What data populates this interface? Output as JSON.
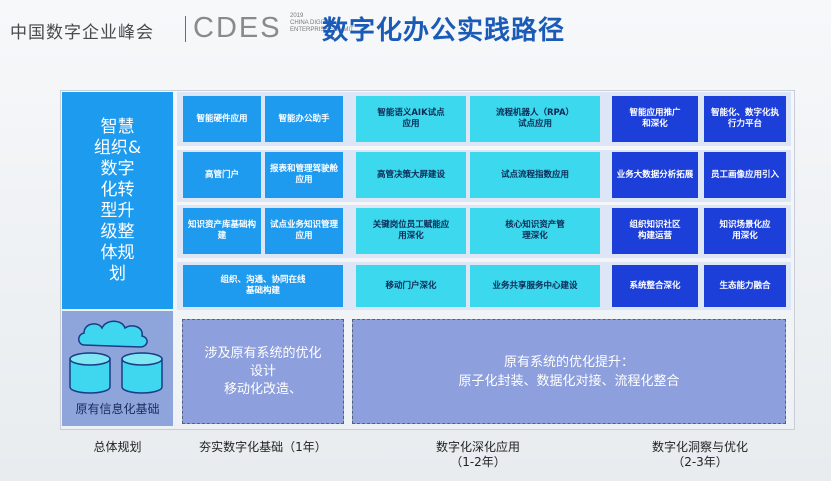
{
  "header": {
    "brand_cn": "中国数字企业峰会",
    "brand_logo": "CDES",
    "brand_year": "2019",
    "brand_sub1": "CHINA DIGITAL",
    "brand_sub2": "ENTERPRISE SUMMIT",
    "title": "数字化办公实践路径"
  },
  "side": {
    "title": "智慧组织&数字化转型升级整体规划",
    "bottom_label": "原有信息化基础",
    "icon": "cloud-database-icon"
  },
  "stage1": {
    "r1": [
      "智能硬件应用",
      "智能办公助手"
    ],
    "r2": [
      "高管门户",
      "报表和管理驾驶舱应用"
    ],
    "r3": [
      "知识资产库基础构建",
      "试点业务知识管理应用"
    ],
    "r4": [
      "组织、沟通、协同在线基础构建"
    ],
    "found_line1": "涉及原有系统的优化",
    "found_line2": "设计",
    "found_line3": "移动化改造、"
  },
  "stage2": {
    "r1": [
      "智能语义AIK试点应用",
      "流程机器人（RPA）试点应用"
    ],
    "r2": [
      "高管决策大屏建设",
      "试点流程指数应用"
    ],
    "r3": [
      "关键岗位员工赋能应用深化",
      "核心知识资产管理深化"
    ],
    "r4": [
      "移动门户深化",
      "业务共享服务中心建设"
    ]
  },
  "stage3": {
    "r1": [
      "智能应用推广和深化",
      "智能化、数字化执行力平台"
    ],
    "r2": [
      "业务大数据分析拓展",
      "员工画像应用引入"
    ],
    "r3": [
      "组织知识社区构建运营",
      "知识场景化应用深化"
    ],
    "r4": [
      "系统整合深化",
      "生态能力融合"
    ]
  },
  "optimization": {
    "line1": "原有系统的优化提升：",
    "line2": "原子化封装、数据化对接、流程化整合"
  },
  "footer": {
    "col0": "总体规划",
    "col1": "夯实数字化基础（1年）",
    "col2_l1": "数字化深化应用",
    "col2_l2": "（1-2年）",
    "col3_l1": "数字化洞察与优化",
    "col3_l2": "（2-3年）"
  },
  "colors": {
    "title": "#1a5bb8",
    "blue_cell": "#1e9aee",
    "cyan_cell": "#3cd8ee",
    "navy_cell": "#1c3ed9",
    "dashed_box": "#8d9fdc"
  }
}
